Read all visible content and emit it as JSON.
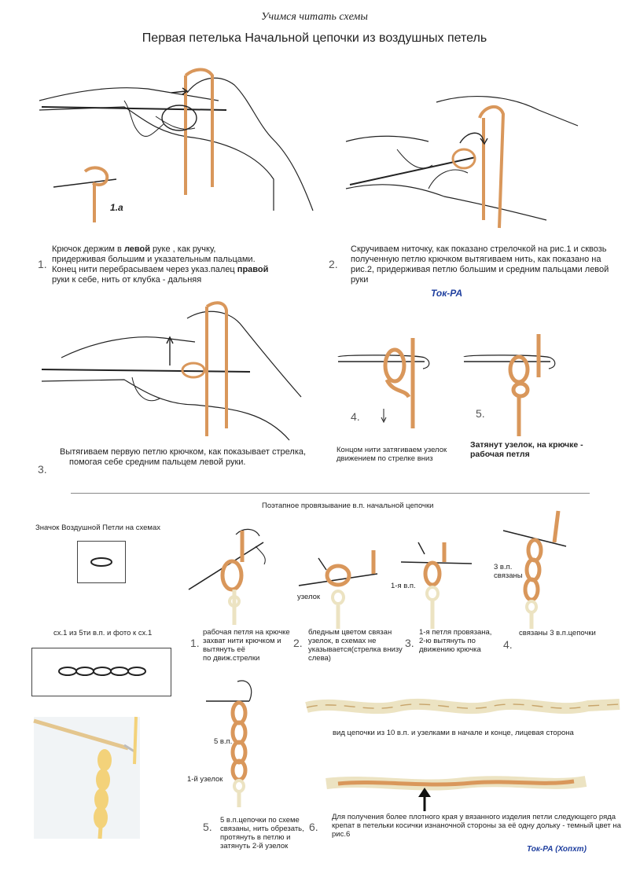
{
  "header": {
    "subtitle": "Учимся читать схемы",
    "title": "Первая петелька  Начальной цепочки  из воздушных петель"
  },
  "steps_top": {
    "s1": {
      "fig_label": "1.a",
      "number": "1.",
      "line1_a": "Крючок держим в ",
      "line1_b": "левой",
      "line1_c": " руке , как ручку,",
      "line2": "придерживая большим и указательным пальцами.",
      "line3": "Конец нити перебрасываем через указ.палец ",
      "line3_b": "правой",
      "line4": "руки к себе, нить от клубка - дальняя"
    },
    "s2": {
      "number": "2.",
      "text": "Скручиваем ниточку, как показано стрелочкой на рис.1 и сквозь полученную петлю крючком вытягиваем нить, как показано на рис.2, придерживая петлю большим и средним пальцами левой руки",
      "author": "Ток-РА"
    },
    "s3": {
      "number": "3.",
      "line1": "Вытягиваем первую петлю крючком, как показывает стрелка,",
      "line2": "помогая себе средним пальцем   левой руки."
    },
    "s4": {
      "number": "4.",
      "line1": "Концом нити затягиваем узелок",
      "line2": "движением по стрелке вниз"
    },
    "s5": {
      "number": "5.",
      "line1": "Затянут узелок, на крючке -",
      "line2": "рабочая петля"
    }
  },
  "section2": {
    "title": "Поэтапное провязывание в.п. начальной цепочки",
    "symbol_label": "Значок Воздушной Петли на схемах",
    "scheme_label": "сх.1 из 5ти в.п.  и фото к сх.1",
    "steps": [
      {
        "number": "1.",
        "lines": [
          "рабочая петля на крючке",
          "захват нити крючком и",
          "вытянуть её",
          "по  движ.стрелки"
        ]
      },
      {
        "number": "2.",
        "lines": [
          "бледным цветом связан",
          "узелок, в схемах не",
          "указывается(стрелка внизу",
          "слева)"
        ],
        "tag": "узелок"
      },
      {
        "number": "3.",
        "lines": [
          "1-я петля провязана,",
          "2-ю вытянуть по",
          "движению крючка"
        ],
        "tag": "1-я в.п."
      },
      {
        "number": "4.",
        "lines": [
          "связаны 3 в.п.цепочки"
        ],
        "tag1": "3 в.п.",
        "tag2": "связаны"
      },
      {
        "number": "5.",
        "lines": [
          "5 в.п.цепочки по схеме",
          "связаны, нить обрезать,",
          "протянуть в петлю и",
          "затянуть 2-й узелок"
        ],
        "tag1": "5 в.п.",
        "tag2": "1-й узелок"
      },
      {
        "number": "6.",
        "lines": [
          "Для получения более плотного края у вязанного изделия петли следующего ряда",
          "крепат в петельки косички изнаночной стороны за её одну дольку -  темный цвет на",
          "рис.6"
        ]
      }
    ],
    "chain_caption": "вид цепочки из 10 в.п. и узелками в начале и конце, лицевая сторона",
    "author": "Ток-РА (Хопхт)"
  },
  "colors": {
    "yarn": "#d9975b",
    "yarn_pale": "#ece3c2",
    "line": "#222222",
    "accent": "#1f3f9f",
    "photo_bg": "#f1f4f6",
    "photo_yarn": "#f3d27a"
  }
}
